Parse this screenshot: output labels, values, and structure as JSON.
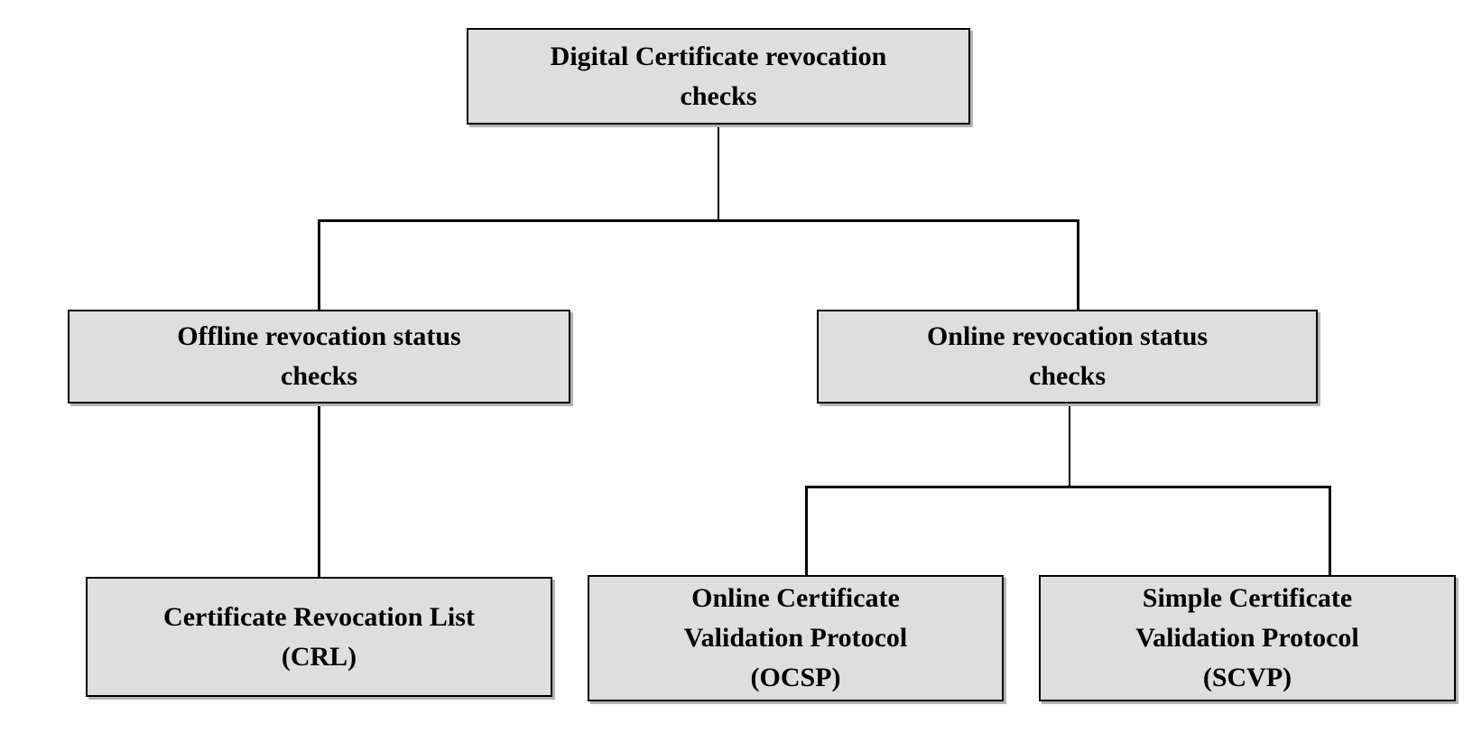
{
  "diagram": {
    "title": "Digital Certificate revocation checks",
    "type": "hierarchy-tree",
    "colors": {
      "background": "#ffffff",
      "node_fill": "#dedede",
      "node_border": "#000000",
      "node_shadow": "#b4b4b4",
      "connector": "#000000",
      "text": "#000000"
    },
    "nodes": [
      {
        "id": "root",
        "label": "Digital Certificate revocation checks",
        "lines": [
          "Digital Certificate revocation",
          "checks"
        ]
      },
      {
        "id": "offline",
        "label": "Offline revocation status checks",
        "lines": [
          "Offline revocation status",
          "checks"
        ]
      },
      {
        "id": "online",
        "label": "Online revocation status checks",
        "lines": [
          "Online revocation status",
          "checks"
        ]
      },
      {
        "id": "crl",
        "label": "Certificate Revocation List (CRL)",
        "lines": [
          "Certificate Revocation List",
          "(CRL)"
        ]
      },
      {
        "id": "ocsp",
        "label": "Online Certificate Validation Protocol (OCSP)",
        "lines": [
          "Online Certificate",
          "Validation Protocol",
          "(OCSP)"
        ]
      },
      {
        "id": "scvp",
        "label": "Simple Certificate Validation Protocol (SCVP)",
        "lines": [
          "Simple Certificate",
          "Validation Protocol",
          "(SCVP)"
        ]
      }
    ],
    "edges": [
      {
        "from": "Digital Certificate revocation checks",
        "to": "Offline revocation status checks"
      },
      {
        "from": "Digital Certificate revocation checks",
        "to": "Online revocation status checks"
      },
      {
        "from": "Offline revocation status checks",
        "to": "Certificate Revocation List (CRL)"
      },
      {
        "from": "Online revocation status checks",
        "to": "Online Certificate Validation Protocol (OCSP)"
      },
      {
        "from": "Online revocation status checks",
        "to": "Simple Certificate Validation Protocol (SCVP)"
      }
    ]
  }
}
